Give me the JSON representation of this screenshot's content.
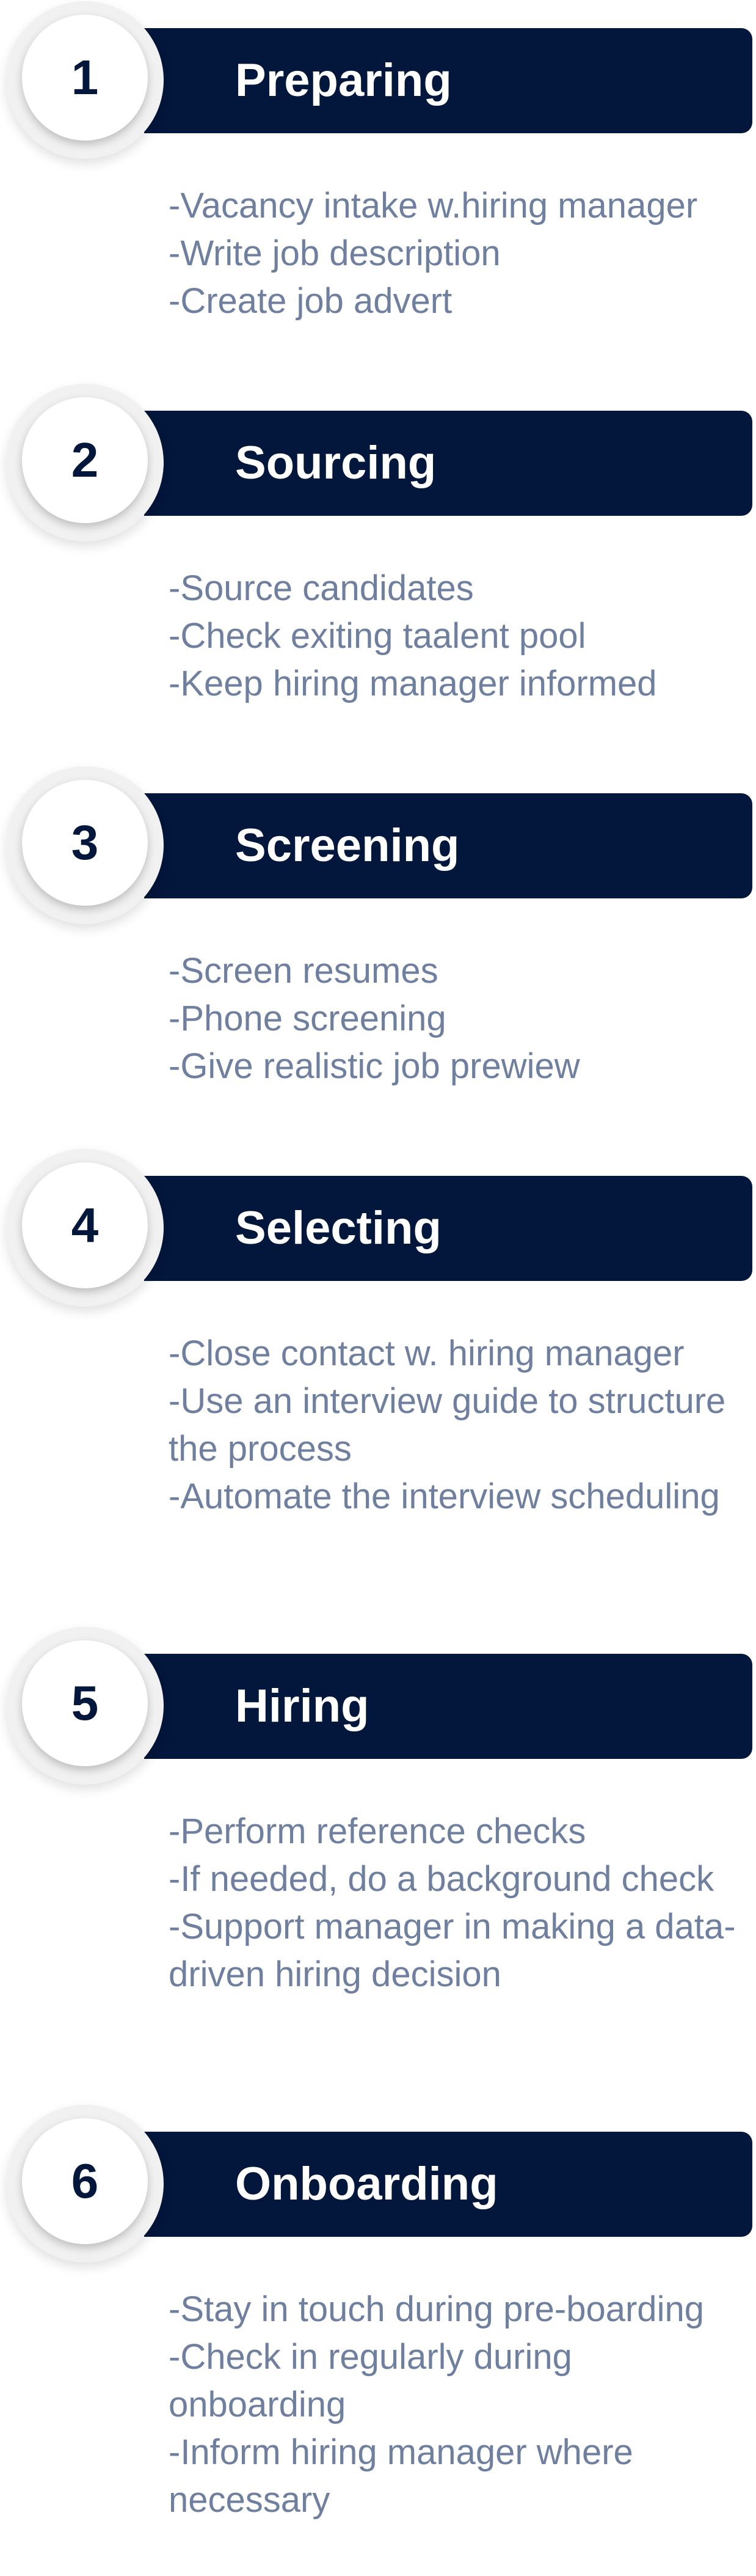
{
  "steps": [
    {
      "number": "1",
      "title": "Preparing",
      "items": [
        "-Vacancy intake w.hiring manager",
        "-Write job description",
        "-Create job advert"
      ]
    },
    {
      "number": "2",
      "title": "Sourcing",
      "items": [
        "-Source candidates",
        "-Check exiting taalent pool",
        "-Keep hiring manager informed"
      ]
    },
    {
      "number": "3",
      "title": "Screening",
      "items": [
        "-Screen resumes",
        "-Phone screening",
        "-Give realistic job prewiew"
      ]
    },
    {
      "number": "4",
      "title": "Selecting",
      "items": [
        "-Close contact w. hiring manager",
        "-Use an interview guide to structure the process",
        "-Automate the interview scheduling"
      ]
    },
    {
      "number": "5",
      "title": "Hiring",
      "items": [
        "-Perform reference checks",
        "-If needed, do a background check",
        "-Support manager in making a data-driven hiring decision"
      ]
    },
    {
      "number": "6",
      "title": "Onboarding",
      "items": [
        "-Stay in touch during pre-boarding",
        "-Check in regularly during onboarding",
        "-Inform hiring manager where necessary"
      ]
    }
  ]
}
